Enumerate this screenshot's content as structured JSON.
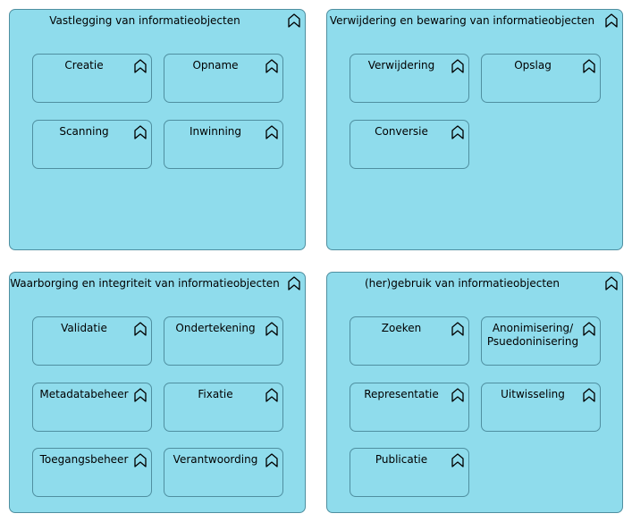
{
  "groups": [
    {
      "title": "Vastlegging van informatieobjecten",
      "items": [
        "Creatie",
        "Opname",
        "Scanning",
        "Inwinning"
      ]
    },
    {
      "title": "Verwijdering en bewaring van informatieobjecten",
      "items": [
        "Verwijdering",
        "Opslag",
        "Conversie"
      ]
    },
    {
      "title": "Waarborging en integriteit van informatieobjecten",
      "items": [
        "Validatie",
        "Ondertekening",
        "Metadatabeheer",
        "Fixatie",
        "Toegangsbeheer",
        "Verantwoording"
      ]
    },
    {
      "title": "(her)gebruik van informatieobjecten",
      "items": [
        "Zoeken",
        "Anonimisering/ Psuedoninisering",
        "Representatie",
        "Uitwisseling",
        "Publicatie"
      ]
    }
  ],
  "icons": {
    "element": "business-function-icon"
  },
  "colors": {
    "fill": "#8fdcec",
    "border": "#4f8fa0"
  }
}
